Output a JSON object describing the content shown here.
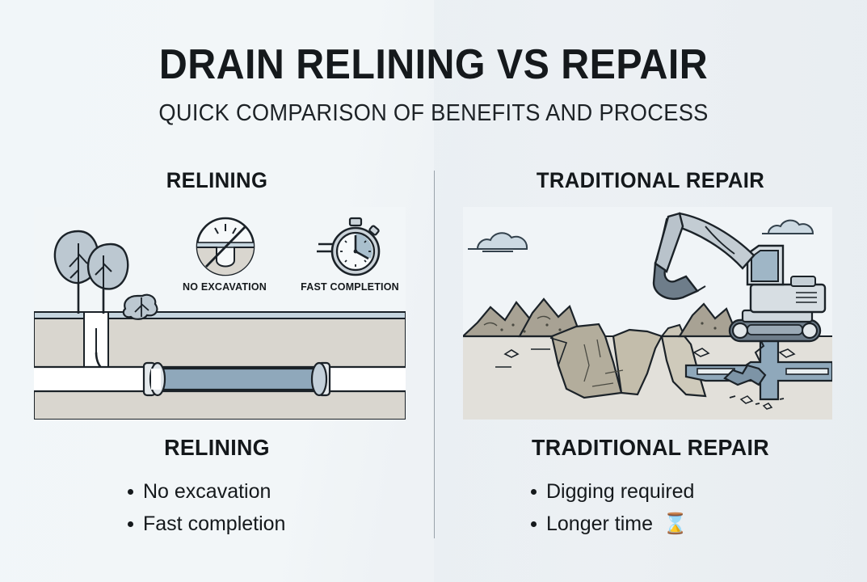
{
  "header": {
    "title": "DRAIN RELINING VS REPAIR",
    "subtitle": "QUICK COMPARISON OF BENEFITS AND PROCESS"
  },
  "columns": {
    "left": {
      "heading": "RELINING",
      "bottom_title": "RELINING",
      "bullets": [
        {
          "text": "No excavation"
        },
        {
          "text": "Fast completion"
        }
      ]
    },
    "right": {
      "heading": "TRADITIONAL REPAIR",
      "bottom_title": "TRADITIONAL REPAIR",
      "bullets": [
        {
          "text": "Digging required"
        },
        {
          "text": "Longer time",
          "emoji": "⌛"
        }
      ]
    }
  },
  "icons": {
    "no_excavation": {
      "caption": "NO EXCAVATION",
      "name": "no-excavation-icon"
    },
    "fast_completion": {
      "caption": "FAST COMPLETION",
      "name": "stopwatch-icon"
    }
  },
  "illustrations": {
    "left": {
      "name": "relining-cutaway-illustration",
      "elements": [
        "trees",
        "shrub",
        "access-shaft",
        "curved-arrow",
        "ground-layers",
        "pipe",
        "liner-segment"
      ]
    },
    "right": {
      "name": "excavation-illustration",
      "elements": [
        "clouds",
        "dirt-mounds",
        "open-trench",
        "excavator",
        "broken-pipe",
        "rubble"
      ]
    }
  },
  "colors": {
    "background_left": "#f1f6f9",
    "background_right": "#eaeef2",
    "ink": "#15191c",
    "outline": "#1b2228",
    "soil": "#d9d6cf",
    "topsoil_blue": "#c6d5de",
    "liner_blue": "#8fa8bb",
    "dirt_mound": "#a8a294",
    "machine_grey": "#ccd4da",
    "divider": "#9aa3ab"
  }
}
